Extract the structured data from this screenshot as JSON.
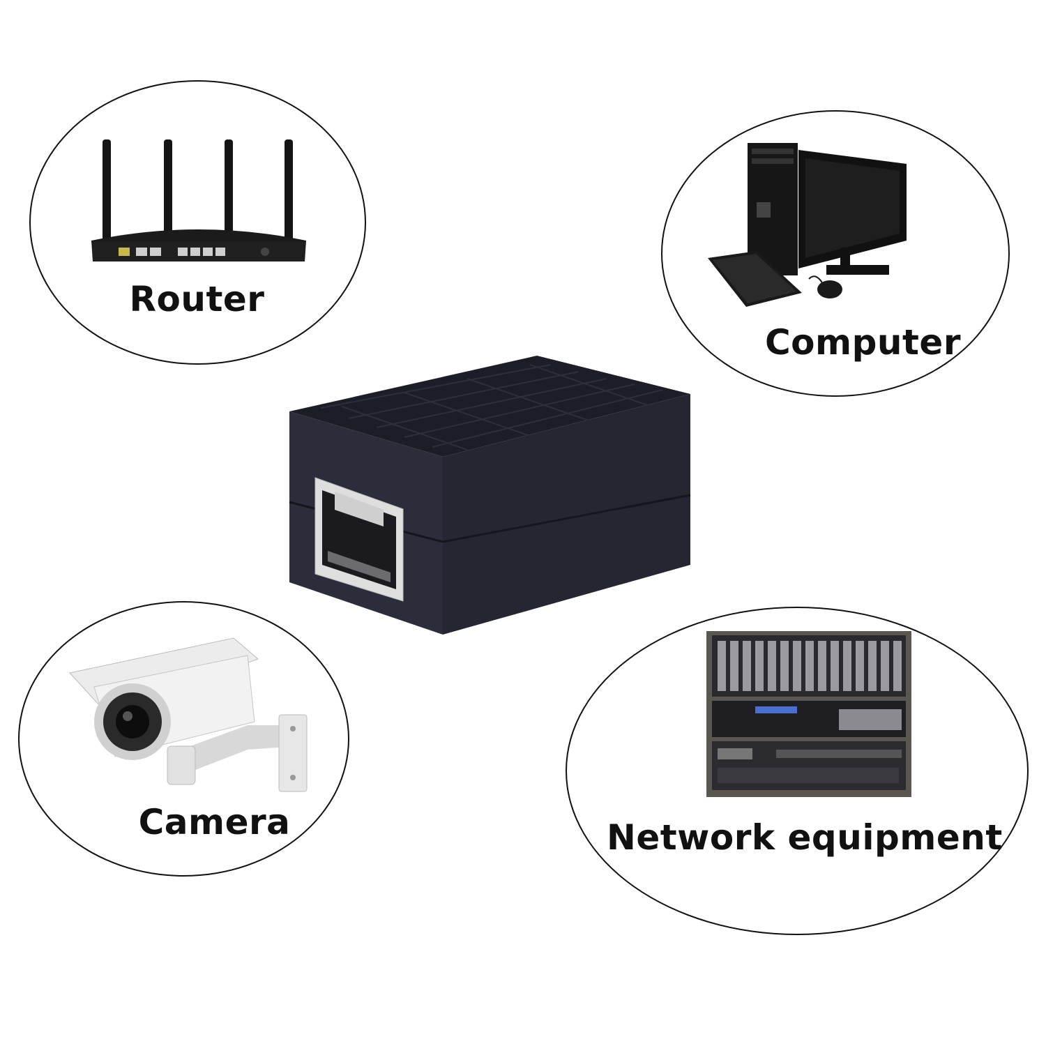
{
  "labels": {
    "router": "Router",
    "computer": "Computer",
    "camera": "Camera",
    "network": "Network equipment"
  },
  "colors": {
    "background": "#ffffff",
    "outline": "#111111",
    "device_body": "#2b2d3a",
    "device_top": "#1c1d27",
    "port_metal": "#dcdcdc"
  },
  "icons": [
    "router-icon",
    "computer-icon",
    "camera-icon",
    "server-rack-icon",
    "rj45-coupler-icon"
  ]
}
